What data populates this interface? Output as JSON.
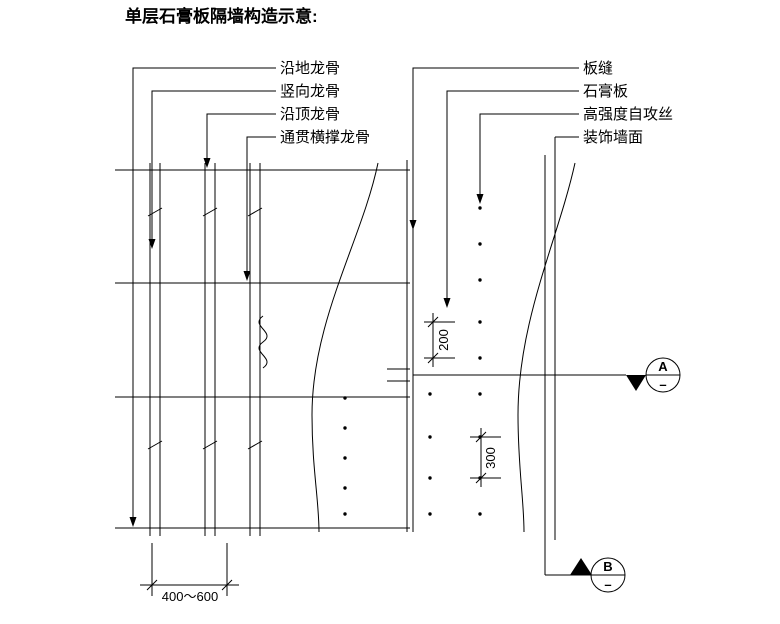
{
  "title": "单层石膏板隔墙构造示意:",
  "annotations": {
    "left": [
      "沿地龙骨",
      "竖向龙骨",
      "沿顶龙骨",
      "通贯横撑龙骨"
    ],
    "right": [
      "板缝",
      "石膏板",
      "高强度自攻丝",
      "装饰墙面"
    ]
  },
  "dimensions": {
    "spacing_upper": "200",
    "spacing_lower": "300",
    "stud_spacing": "400～600"
  },
  "section_markers": {
    "a": {
      "letter": "A",
      "number": "–"
    },
    "b": {
      "letter": "B",
      "number": "–"
    }
  },
  "colors": {
    "line": "#000000",
    "background": "#ffffff"
  }
}
